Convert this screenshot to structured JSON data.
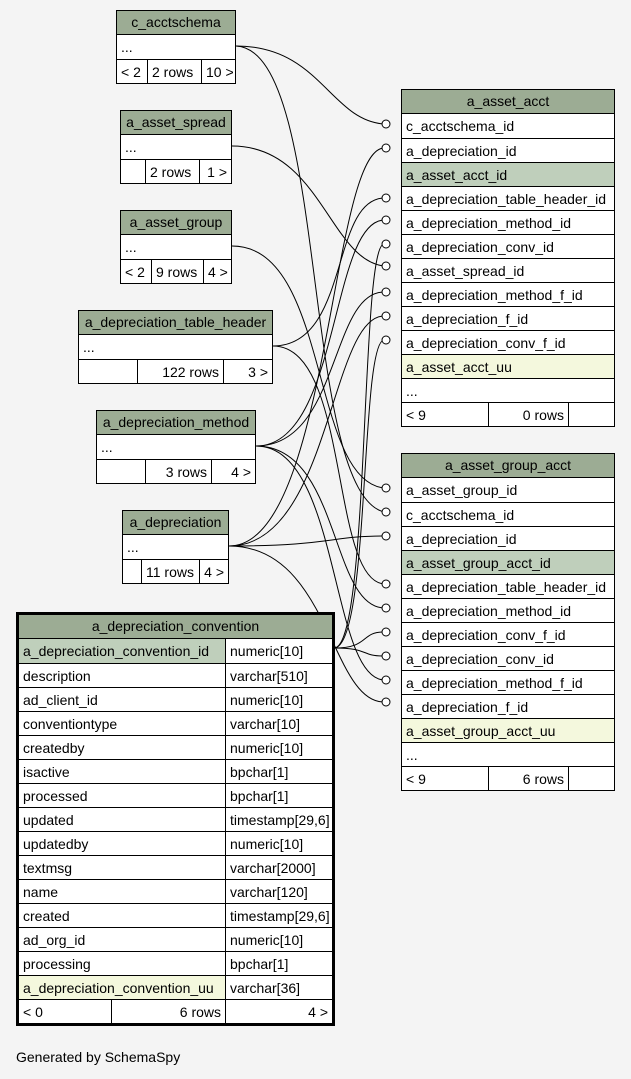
{
  "tables": {
    "c_acctschema": {
      "name": "c_acctschema",
      "ellipsis": "...",
      "footer": [
        "< 2",
        "2 rows",
        "10 >"
      ]
    },
    "a_asset_spread": {
      "name": "a_asset_spread",
      "ellipsis": "...",
      "footer": [
        "",
        "2 rows",
        "1 >"
      ]
    },
    "a_asset_group": {
      "name": "a_asset_group",
      "ellipsis": "...",
      "footer": [
        "< 2",
        "9 rows",
        "4 >"
      ]
    },
    "a_depreciation_table_header": {
      "name": "a_depreciation_table_header",
      "ellipsis": "...",
      "footer": [
        "",
        "122 rows",
        "3 >"
      ]
    },
    "a_depreciation_method": {
      "name": "a_depreciation_method",
      "ellipsis": "...",
      "footer": [
        "",
        "3 rows",
        "4 >"
      ]
    },
    "a_depreciation": {
      "name": "a_depreciation",
      "ellipsis": "...",
      "footer": [
        "",
        "11 rows",
        "4 >"
      ]
    },
    "a_asset_acct": {
      "name": "a_asset_acct",
      "columns": [
        "c_acctschema_id",
        "a_depreciation_id",
        "a_asset_acct_id",
        "a_depreciation_table_header_id",
        "a_depreciation_method_id",
        "a_depreciation_conv_id",
        "a_asset_spread_id",
        "a_depreciation_method_f_id",
        "a_depreciation_f_id",
        "a_depreciation_conv_f_id",
        "a_asset_acct_uu"
      ],
      "ellipsis": "...",
      "footer": [
        "< 9",
        "0 rows",
        ""
      ]
    },
    "a_asset_group_acct": {
      "name": "a_asset_group_acct",
      "columns": [
        "a_asset_group_id",
        "c_acctschema_id",
        "a_depreciation_id",
        "a_asset_group_acct_id",
        "a_depreciation_table_header_id",
        "a_depreciation_method_id",
        "a_depreciation_conv_f_id",
        "a_depreciation_conv_id",
        "a_depreciation_method_f_id",
        "a_depreciation_f_id",
        "a_asset_group_acct_uu"
      ],
      "ellipsis": "...",
      "footer": [
        "< 9",
        "6 rows",
        ""
      ]
    },
    "a_depreciation_convention": {
      "name": "a_depreciation_convention",
      "columns": [
        [
          "a_depreciation_convention_id",
          "numeric[10]"
        ],
        [
          "description",
          "varchar[510]"
        ],
        [
          "ad_client_id",
          "numeric[10]"
        ],
        [
          "conventiontype",
          "varchar[10]"
        ],
        [
          "createdby",
          "numeric[10]"
        ],
        [
          "isactive",
          "bpchar[1]"
        ],
        [
          "processed",
          "bpchar[1]"
        ],
        [
          "updated",
          "timestamp[29,6]"
        ],
        [
          "updatedby",
          "numeric[10]"
        ],
        [
          "textmsg",
          "varchar[2000]"
        ],
        [
          "name",
          "varchar[120]"
        ],
        [
          "created",
          "timestamp[29,6]"
        ],
        [
          "ad_org_id",
          "numeric[10]"
        ],
        [
          "processing",
          "bpchar[1]"
        ],
        [
          "a_depreciation_convention_uu",
          "varchar[36]"
        ]
      ],
      "footer": [
        "< 0",
        "6 rows",
        "4 >"
      ]
    }
  },
  "generated_by": "Generated by SchemaSpy"
}
